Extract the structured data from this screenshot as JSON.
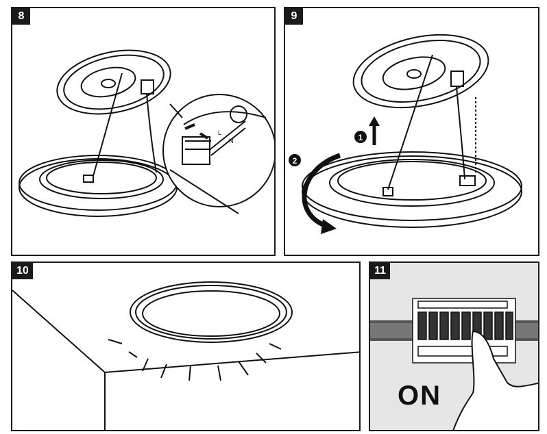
{
  "steps": {
    "s8": {
      "number": "8"
    },
    "s9": {
      "number": "9",
      "marker1": "1",
      "marker2": "2"
    },
    "s10": {
      "number": "10"
    },
    "s11": {
      "number": "11",
      "switch_label": "ON"
    }
  },
  "wire_labels": {
    "l": "L",
    "n": "N"
  }
}
